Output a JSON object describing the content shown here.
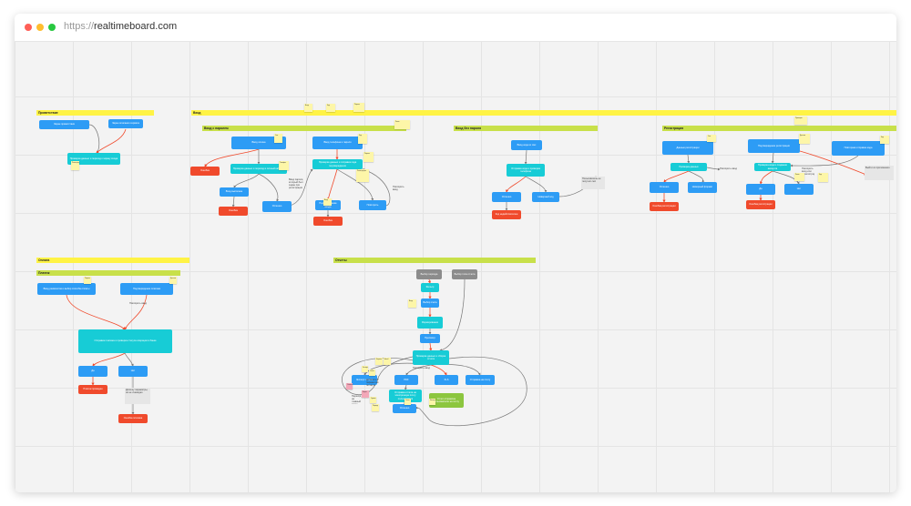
{
  "window": {
    "url_protocol": "https://",
    "url_host": "realtimeboard.com",
    "traffic_lights": [
      "#ff5f57",
      "#ffbd2e",
      "#28c840"
    ]
  },
  "colors": {
    "canvas": "#f3f3f3",
    "grid": "#e4e4e4",
    "frame_yellow": "#fff345",
    "frame_green": "#c8e04a",
    "card_blue": "#2d9cf5",
    "card_teal": "#17ccd6",
    "card_red": "#f04a2c",
    "card_gray": "#8c8c8c",
    "card_green": "#8cc63f",
    "note_gray": "#e6e6e6",
    "connector_gray": "#777777",
    "connector_red": "#f04a2c"
  },
  "frames": [
    {
      "id": "f1",
      "label": "Приветствие",
      "color": "#fff345"
    },
    {
      "id": "f2",
      "label": "Вход",
      "color": "#fff345"
    },
    {
      "id": "f3",
      "label": "Вход с паролем",
      "color": "#c8e04a"
    },
    {
      "id": "f4",
      "label": "Вход без пароля",
      "color": "#c8e04a"
    },
    {
      "id": "f5",
      "label": "Регистрация",
      "color": "#c8e04a"
    },
    {
      "id": "f6",
      "label": "Оплата",
      "color": "#fff345"
    },
    {
      "id": "f7",
      "label": "Платеж",
      "color": "#c8e04a"
    },
    {
      "id": "f8",
      "label": "Отчеты",
      "color": "#c8e04a"
    }
  ],
  "cards": [
    {
      "id": "c1",
      "label": "Экран приветствия",
      "kind": "blue"
    },
    {
      "id": "c2",
      "label": "Экран описания сервиса",
      "kind": "blue"
    },
    {
      "id": "c3",
      "label": "Проверка данных и переход к экрану входа",
      "kind": "teal"
    },
    {
      "id": "c4",
      "label": "Ввод логина",
      "kind": "blue"
    },
    {
      "id": "c5",
      "label": "Ввод телефона и пароля",
      "kind": "blue"
    },
    {
      "id": "c6",
      "label": "Ошибка",
      "kind": "red"
    },
    {
      "id": "c7",
      "label": "Проверка данных и переход в личный кабинет",
      "kind": "teal"
    },
    {
      "id": "c8",
      "label": "Проверка данных и отправка кода подтверждения",
      "kind": "teal"
    },
    {
      "id": "c9",
      "label": "Вход выполнен",
      "kind": "blue"
    },
    {
      "id": "c10",
      "label": "Ошибка",
      "kind": "red"
    },
    {
      "id": "c11",
      "label": "Успешно",
      "kind": "blue"
    },
    {
      "id": "c12",
      "label": "Подтверждение входа",
      "kind": "blue"
    },
    {
      "id": "c13",
      "label": "Ошибка",
      "kind": "red"
    },
    {
      "id": "c14",
      "label": "Повторить",
      "kind": "blue"
    },
    {
      "id": "c15",
      "label": "Ввод кода из смс",
      "kind": "blue"
    },
    {
      "id": "c16",
      "label": "Отправка кода и проверка телефона",
      "kind": "teal"
    },
    {
      "id": "c17",
      "label": "Успешно",
      "kind": "blue"
    },
    {
      "id": "c18",
      "label": "Неверный код",
      "kind": "blue"
    },
    {
      "id": "c19",
      "label": "Код недействителен",
      "kind": "red"
    },
    {
      "id": "c20",
      "label": "Данные регистрации",
      "kind": "blue"
    },
    {
      "id": "c21",
      "label": "Проверка данных",
      "kind": "teal"
    },
    {
      "id": "c22",
      "label": "Успешно",
      "kind": "blue"
    },
    {
      "id": "c23",
      "label": "Неверный формат",
      "kind": "blue"
    },
    {
      "id": "c24",
      "label": "Ошибка регистрации",
      "kind": "red"
    },
    {
      "id": "c25",
      "label": "Подтверждение регистрации",
      "kind": "blue"
    },
    {
      "id": "c26",
      "label": "Проверка кода и создание аккаунта",
      "kind": "teal"
    },
    {
      "id": "c27",
      "label": "Да",
      "kind": "blue"
    },
    {
      "id": "c28",
      "label": "Нет",
      "kind": "blue"
    },
    {
      "id": "c29",
      "label": "Ошибка регистрации",
      "kind": "red"
    },
    {
      "id": "c30",
      "label": "Повторная отправка кода",
      "kind": "blue"
    },
    {
      "id": "c31",
      "label": "Ввод реквизитов и выбор способа оплаты",
      "kind": "blue"
    },
    {
      "id": "c32",
      "label": "Подтверждение платежа",
      "kind": "blue"
    },
    {
      "id": "c33",
      "label": "Отправка платежа и проверка статуса операции в банке",
      "kind": "teal"
    },
    {
      "id": "c34",
      "label": "Да",
      "kind": "blue"
    },
    {
      "id": "c35",
      "label": "Нет",
      "kind": "blue"
    },
    {
      "id": "c36",
      "label": "Платеж проведен",
      "kind": "red"
    },
    {
      "id": "c37",
      "label": "Ошибка платежа",
      "kind": "red"
    },
    {
      "id": "c38",
      "label": "Выбор периода",
      "kind": "gray"
    },
    {
      "id": "c39",
      "label": "Выбор типа отчета",
      "kind": "gray"
    },
    {
      "id": "c40",
      "label": "Фильтр",
      "kind": "teal"
    },
    {
      "id": "c41",
      "label": "Выбор счета",
      "kind": "blue"
    },
    {
      "id": "c42",
      "label": "Формирование",
      "kind": "teal"
    },
    {
      "id": "c43",
      "label": "Просмотр",
      "kind": "blue"
    },
    {
      "id": "c44",
      "label": "Проверка данных и сборка отчета",
      "kind": "teal"
    },
    {
      "id": "c45",
      "label": "Экспорт отчета",
      "kind": "blue"
    },
    {
      "id": "c46",
      "label": "PDF",
      "kind": "blue"
    },
    {
      "id": "c47",
      "label": "XLS",
      "kind": "blue"
    },
    {
      "id": "c48",
      "label": "Отправка на почту",
      "kind": "blue"
    },
    {
      "id": "c49",
      "label": "Отправка отчета на электронную почту пользователя",
      "kind": "teal"
    },
    {
      "id": "c50",
      "label": "Успешно",
      "kind": "blue"
    },
    {
      "id": "c51",
      "label": "Отчет отправлен пользователю на почту",
      "kind": "green"
    }
  ],
  "notes": [
    {
      "id": "n1",
      "text": "Ввод пароля, который был задан при регистрации"
    },
    {
      "id": "n2",
      "text": "Повторить ввод"
    },
    {
      "id": "n3",
      "text": "Пользователь не получил смс"
    },
    {
      "id": "n4",
      "text": "Повторить ввод"
    },
    {
      "id": "n5",
      "text": "Повторить вход или зарегистрироваться"
    },
    {
      "id": "n6",
      "text": "Выйти из приложения"
    },
    {
      "id": "n7",
      "text": "Повторить ввод"
    },
    {
      "id": "n8",
      "text": "Повторить ввод"
    },
    {
      "id": "n9",
      "text": "Добавить параметры по карте"
    },
    {
      "id": "n10",
      "text": "Переход на главный экран"
    },
    {
      "id": "n11",
      "text": "Допишу параметры, но не очевидно"
    }
  ],
  "stickies": [
    "Вход",
    "Код",
    "Пароль",
    "Логин",
    "Смс",
    "Телефон",
    "Код",
    "Пароль",
    "Регистрация",
    "Вход",
    "Проверка",
    "Данные",
    "Смс",
    "Код",
    "Логин",
    "Код",
    "Регистрация",
    "Пароль",
    "Данные",
    "Вход",
    "Карта",
    "Сумма",
    "Оплата",
    "Период",
    "Отчет",
    "Фильтр",
    "Формат",
    "Email",
    "Экспорт",
    "Отчет"
  ]
}
